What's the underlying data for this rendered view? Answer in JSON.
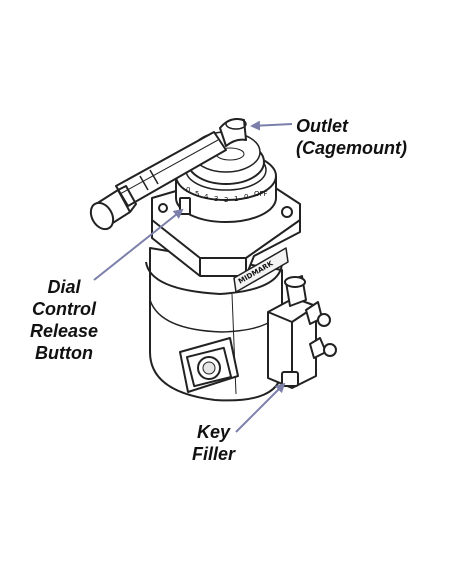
{
  "labels": {
    "outlet": {
      "line1": "Outlet",
      "line2": "(Cagemount)"
    },
    "dial": {
      "line1": "Dial",
      "line2": "Control",
      "line3": "Release",
      "line4": "Button"
    },
    "key": {
      "line1": "Key",
      "line2": "Filler"
    }
  },
  "brand_text": "MIDMARK",
  "dial_scale": [
    "0",
    "5",
    "4",
    "3",
    "2",
    "1",
    "0",
    "OFF"
  ],
  "colors": {
    "ink": "#111111",
    "line": "#222222",
    "arrow": "#7b7faa",
    "body": "#ffffff",
    "shade": "#e6e6e6"
  }
}
